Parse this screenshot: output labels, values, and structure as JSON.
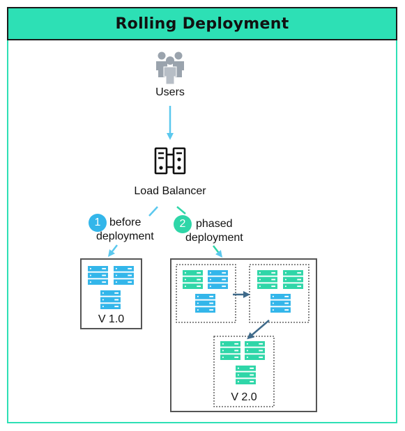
{
  "title": "Rolling Deployment",
  "nodes": {
    "users": "Users",
    "load_balancer": "Load Balancer"
  },
  "steps": [
    {
      "number": "1",
      "line1": "before",
      "line2": "deployment"
    },
    {
      "number": "2",
      "line1": "phased",
      "line2": "deployment"
    }
  ],
  "versions": {
    "v1": "V 1.0",
    "v2": "V 2.0"
  },
  "colors": {
    "accent": "#2de0b5",
    "blue_server": "#33b6ea",
    "green_server": "#2fd6a8",
    "arrow_light": "#5bc8ee",
    "arrow_dark": "#3f6a8a"
  }
}
